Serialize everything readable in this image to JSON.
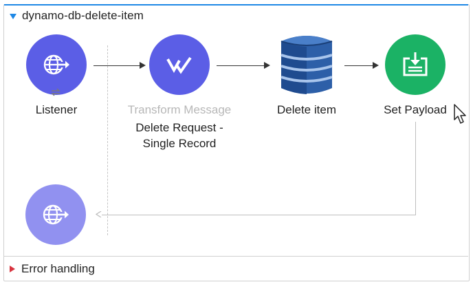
{
  "flow": {
    "title": "dynamo-db-delete-item",
    "expanded_icon": "triangle-down-icon",
    "accent_color": "#1e88e5"
  },
  "components": [
    {
      "id": "listener",
      "label": "Listener",
      "icon": "globe-arrow-icon",
      "color": "#5b5ee6",
      "badge_icon": "sync-icon"
    },
    {
      "id": "transform",
      "type_label": "Transform Message",
      "label_line1": "Delete Request -",
      "label_line2": "Single Record",
      "icon": "dataweave-icon",
      "color": "#5b5ee6"
    },
    {
      "id": "delete",
      "label": "Delete item",
      "icon": "dynamodb-icon",
      "color": "#2f5ba7"
    },
    {
      "id": "set-payload",
      "label": "Set Payload",
      "icon": "set-payload-icon",
      "color": "#1bb265"
    },
    {
      "id": "listener-response",
      "icon": "globe-arrow-icon",
      "color": "#9191f0"
    }
  ],
  "error_handling": {
    "title": "Error handling",
    "collapsed_icon": "triangle-right-icon",
    "color": "#d8343f"
  },
  "cursor": "mouse-pointer-icon"
}
